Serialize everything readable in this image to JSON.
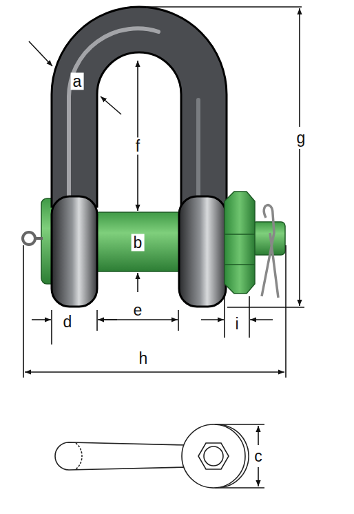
{
  "diagram": {
    "labels": [
      "a",
      "f",
      "g",
      "b",
      "d",
      "e",
      "i",
      "h",
      "c"
    ]
  }
}
